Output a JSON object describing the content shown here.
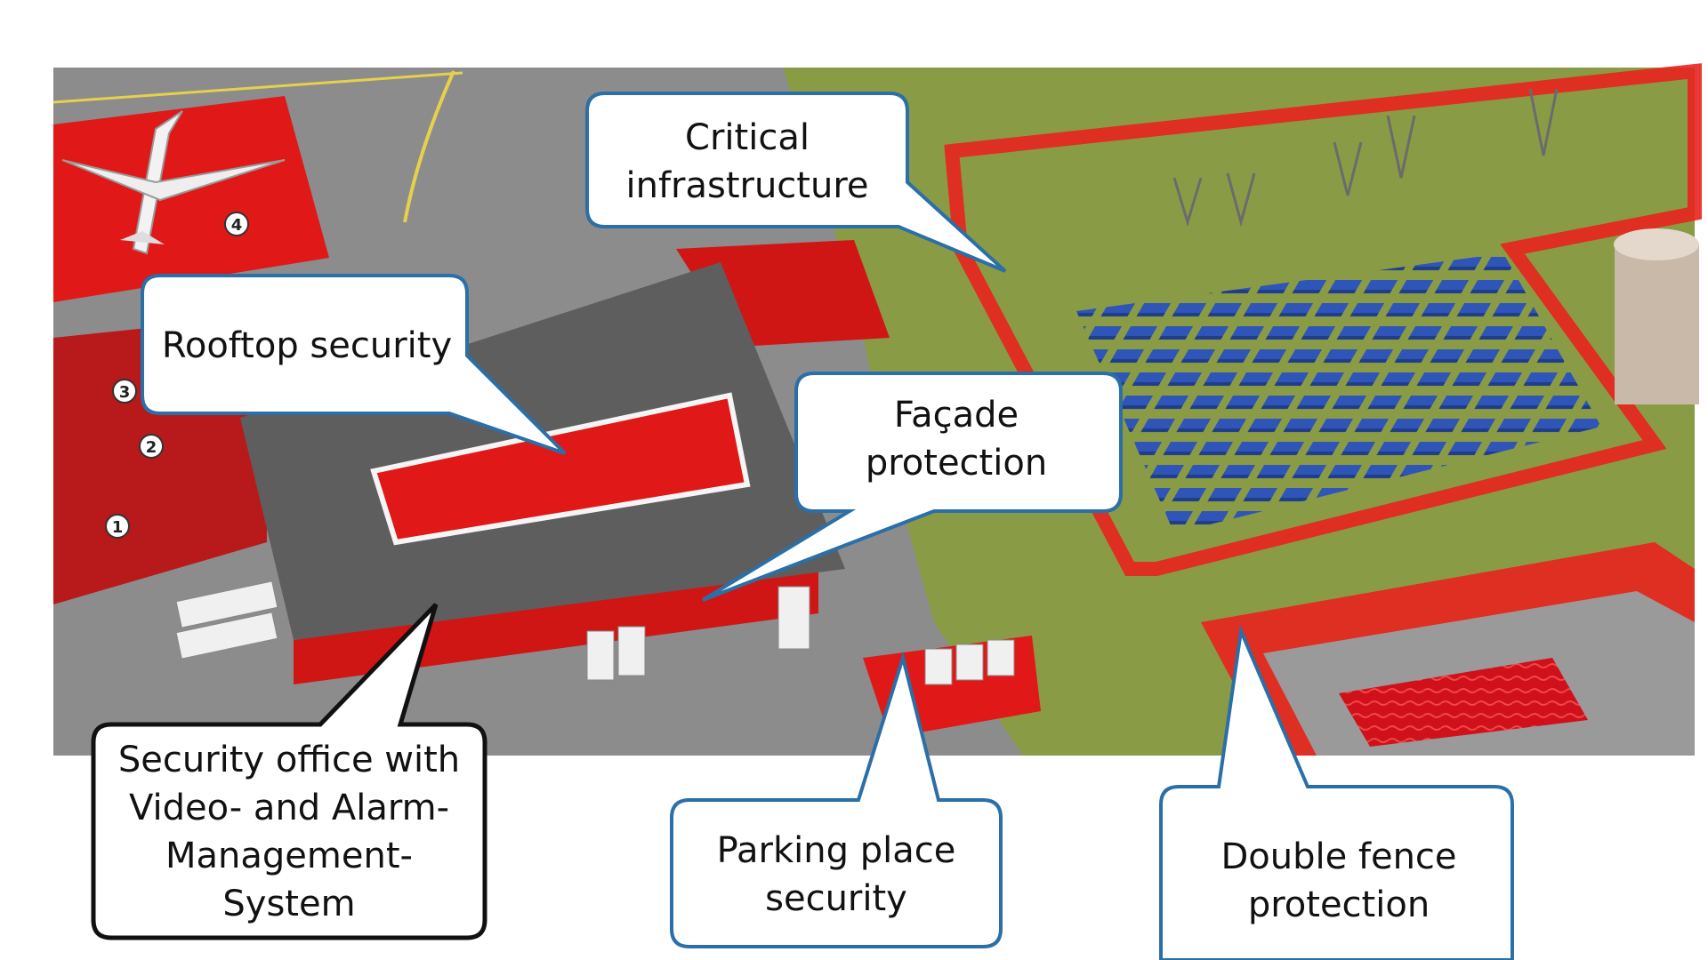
{
  "colors": {
    "zone_red": "#e01818",
    "fence_red": "#e8221e",
    "grass": "#8a9b45",
    "asphalt": "#8c8c8c",
    "roof": "#5e5e5e",
    "solar_blue": "#2f55b8",
    "callout_border_blue": "#2a6fa8",
    "callout_border_dark": "#111111"
  },
  "callouts": {
    "critical_infrastructure": "Critical infrastructure",
    "rooftop_security": "Rooftop security",
    "facade_protection": "Façade protection",
    "security_office": "Security office with Video- and Alarm-Management-System",
    "parking_place": "Parking place security",
    "double_fence": "Double fence protection"
  },
  "markers": [
    "1",
    "2",
    "3",
    "4"
  ]
}
